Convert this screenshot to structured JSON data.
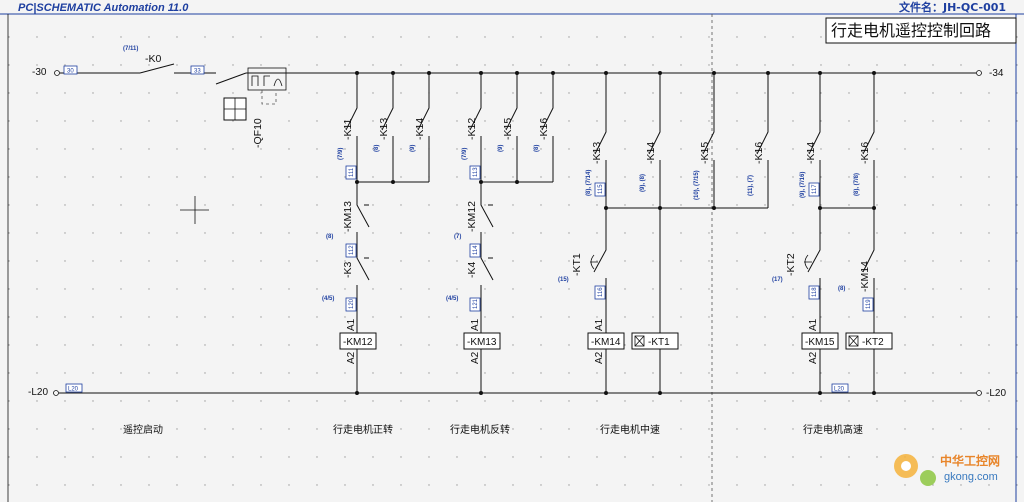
{
  "header": {
    "app_title": "PC|SCHEMATIC Automation 11.0",
    "file_label": "文件名：JH-QC-001"
  },
  "title_block": {
    "title": "行走电机遥控控制回路"
  },
  "potentials": {
    "left_top": "-30",
    "right_top": "-34",
    "left_bottom": "-L20",
    "right_bottom": "-L20",
    "tag_30": "30",
    "tag_33": "33",
    "tag_l20_left": "L20",
    "tag_l20_right": "L20"
  },
  "devices": {
    "k0": {
      "name": "-K0",
      "ref": "(7/11)"
    },
    "qf10": {
      "name": "-QF10"
    },
    "k11": {
      "name": "-K11",
      "ref": "(7/9)"
    },
    "k13a": {
      "name": "-K13",
      "ref": "(8)"
    },
    "k14a": {
      "name": "-K14",
      "ref": "(9)"
    },
    "k12": {
      "name": "-K12",
      "ref": "(7/9)"
    },
    "k15a": {
      "name": "-K15",
      "ref": "(9)"
    },
    "k16a": {
      "name": "-K16",
      "ref": "(8)"
    },
    "km13c": {
      "name": "-KM13",
      "ref": "(8)"
    },
    "k3": {
      "name": "-K3",
      "ref": "(4/5)"
    },
    "km12c": {
      "name": "-KM12",
      "ref": "(7)"
    },
    "k4": {
      "name": "-K4",
      "ref": "(4/5)"
    },
    "k13b": {
      "name": "-K13",
      "ref": "(8), (7/14)"
    },
    "k14b": {
      "name": "-K14",
      "ref": "(9), (8)"
    },
    "k15b": {
      "name": "-K15",
      "ref": "(10), (7/15)"
    },
    "k16b": {
      "name": "-K16",
      "ref": "(11), (7)"
    },
    "kt1c": {
      "name": "-KT1",
      "ref": "(15)"
    },
    "k14c": {
      "name": "-K14",
      "ref": "(9), (7/16)"
    },
    "k16c": {
      "name": "-K16",
      "ref": "(8), (7/8)"
    },
    "kt2c": {
      "name": "-KT2",
      "ref": "(17)"
    },
    "km14c": {
      "name": "-KM14",
      "ref": "(8)"
    }
  },
  "wire_numbers": [
    "111",
    "112",
    "120",
    "113",
    "114",
    "121",
    "115",
    "116",
    "117",
    "118",
    "119"
  ],
  "coils": {
    "km12": "-KM12",
    "km13": "-KM13",
    "km14": "-KM14",
    "kt1": "-KT1",
    "km15": "-KM15",
    "kt2": "-KT2",
    "a1": "A1",
    "a2": "A2"
  },
  "sections": {
    "remote_start": "遥控启动",
    "forward": "行走电机正转",
    "reverse": "行走电机反转",
    "medium": "行走电机中速",
    "high": "行走电机高速"
  },
  "watermark": {
    "brand": "中华工控网",
    "url": "gkong.com"
  },
  "colors": {
    "annotation_blue": "#1e3fa0",
    "wire": "#111111",
    "background": "#f4f4f4"
  }
}
